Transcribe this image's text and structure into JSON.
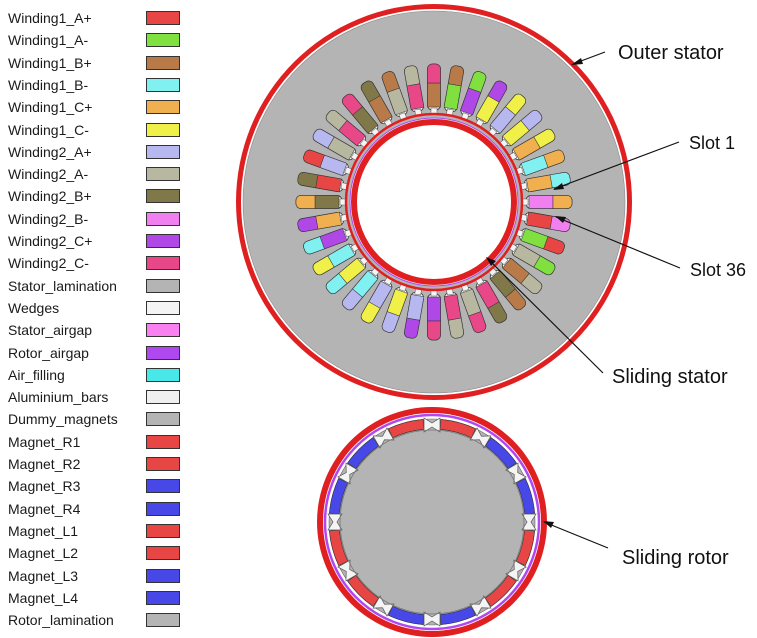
{
  "legend": [
    {
      "label": "Winding1_A+",
      "color": "#e84545"
    },
    {
      "label": "Winding1_A-",
      "color": "#80e040"
    },
    {
      "label": "Winding1_B+",
      "color": "#b87a48"
    },
    {
      "label": "Winding1_B-",
      "color": "#80f0f0"
    },
    {
      "label": "Winding1_C+",
      "color": "#f0b050"
    },
    {
      "label": "Winding1_C-",
      "color": "#f0f048"
    },
    {
      "label": "Winding2_A+",
      "color": "#b8b8f0"
    },
    {
      "label": "Winding2_A-",
      "color": "#b8b8a0"
    },
    {
      "label": "Winding2_B+",
      "color": "#807848"
    },
    {
      "label": "Winding2_B-",
      "color": "#f080f0"
    },
    {
      "label": "Winding2_C+",
      "color": "#b048e8"
    },
    {
      "label": "Winding2_C-",
      "color": "#e84888"
    },
    {
      "label": "Stator_lamination",
      "color": "#b4b4b4"
    },
    {
      "label": "Wedges",
      "color": "#f4f4f4"
    },
    {
      "label": "Stator_airgap",
      "color": "#f880f0"
    },
    {
      "label": "Rotor_airgap",
      "color": "#b048f0"
    },
    {
      "label": "Air_filling",
      "color": "#48e8e8"
    },
    {
      "label": "Aluminium_bars",
      "color": "#f0f0f0"
    },
    {
      "label": "Dummy_magnets",
      "color": "#b4b4b4"
    },
    {
      "label": "Magnet_R1",
      "color": "#e84545"
    },
    {
      "label": "Magnet_R2",
      "color": "#e84545"
    },
    {
      "label": "Magnet_R3",
      "color": "#4848e8"
    },
    {
      "label": "Magnet_R4",
      "color": "#4848e8"
    },
    {
      "label": "Magnet_L1",
      "color": "#e84545"
    },
    {
      "label": "Magnet_L2",
      "color": "#e84545"
    },
    {
      "label": "Magnet_L3",
      "color": "#4848e8"
    },
    {
      "label": "Magnet_L4",
      "color": "#4848e8"
    },
    {
      "label": "Rotor_lamination",
      "color": "#b4b4b4"
    }
  ],
  "callouts": {
    "outer_stator": "Outer stator",
    "slot_1": "Slot 1",
    "slot_36": "Slot 36",
    "sliding_stator": "Sliding stator",
    "sliding_rotor": "Sliding rotor"
  },
  "colors": {
    "ring_red": "#e02020",
    "lamination": "#b4b4b4",
    "white": "#ffffff",
    "airgap_purple": "#b048f0",
    "magnet_red": "#e84545",
    "magnet_blue": "#4848e8"
  },
  "stator": {
    "slot_count": 36,
    "slot_colors": [
      "#e84545",
      "#f080f0",
      "#f0b050",
      "#80f0f0",
      "#f0b050",
      "#f0f048",
      "#b8b8f0",
      "#f0f048",
      "#b048e8",
      "#80e040",
      "#b87a48",
      "#e84888",
      "#b8b8a0",
      "#b87a48",
      "#807848",
      "#e84888",
      "#b8b8a0",
      "#b8b8f0",
      "#e84545",
      "#807848",
      "#f0b050",
      "#b048e8",
      "#80f0f0",
      "#f0f048",
      "#80f0f0",
      "#b8b8f0",
      "#f0f048",
      "#b8b8f0",
      "#b048e8",
      "#e84888",
      "#b8b8a0",
      "#e84888",
      "#807848",
      "#b87a48",
      "#b8b8a0",
      "#80e040"
    ]
  },
  "rotor": {
    "magnet_colors": [
      "#e84545",
      "#4848e8",
      "#4848e8",
      "#e84545",
      "#e84545",
      "#4848e8",
      "#4848e8",
      "#e84545",
      "#e84545",
      "#4848e8",
      "#4848e8",
      "#e84545"
    ]
  }
}
